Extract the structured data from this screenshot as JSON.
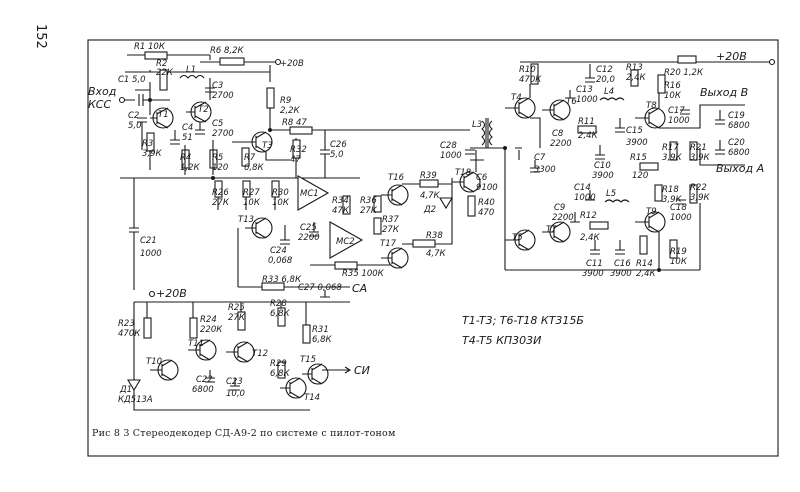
{
  "page_number": "152",
  "caption": "Рис 8 3  Стереодекодер СД-А9-2 по системе с пилот-тоном",
  "notes": {
    "transistor_types_1": "T1-T3; T6-T18  КТ315Б",
    "transistor_types_2": "T4-T5  КП303И"
  },
  "nets": {
    "supply_top": "+20В",
    "supply_right": "+20В",
    "supply_bottom": "+20В",
    "input": "Вход",
    "input_ksc": "КСС",
    "output_b": "Выход В",
    "output_a": "Выход А",
    "ca": "СА",
    "si": "СИ"
  },
  "components": {
    "R1": "R1 10К",
    "R6": "R6 8,2К",
    "C1": "C1 5,0",
    "R2": "R2",
    "R2v": "22К",
    "L1": "L1",
    "C3": "C3",
    "C3v": "2700",
    "T2": "T2",
    "C2": "C2",
    "C2v": "5,0",
    "T1": "T1",
    "C4": "C4",
    "C4v": "51",
    "C5": "C5",
    "C5v": "2700",
    "R3": "R3",
    "R3v": "3,9К",
    "T3": "T3",
    "R9": "R9",
    "R9v": "2,2К",
    "R8": "R8 47",
    "R4": "R4",
    "R4v": "1,2К",
    "R5": "R5",
    "R5v": "120",
    "R7": "R7",
    "R7v": "6,8К",
    "R32": "R32",
    "R32v": "47",
    "C26": "C26",
    "C26v": "5,0",
    "R26": "R26",
    "R26v": "27К",
    "R27": "R27",
    "R27v": "10К",
    "R30": "R30",
    "R30v": "10К",
    "MC1": "МС1",
    "T13": "T13",
    "C24": "C24",
    "C24v": "0,068",
    "R34": "R34",
    "R34v": "47К",
    "C25": "C25",
    "C25v": "2200",
    "MC2": "МС2",
    "R35": "R35 100К",
    "R36": "R36",
    "R36v": "27К",
    "R37": "R37",
    "R37v": "27К",
    "T16": "T16",
    "T17": "T17",
    "R39": "R39",
    "R39v": "4,7К",
    "D2": "Д2",
    "T18": "T18",
    "C6": "C6",
    "C6v": "9100",
    "R40": "R40",
    "R40v": "470",
    "C28": "C28",
    "C28v": "1000",
    "L3": "L3",
    "C7": "C7",
    "C7v": "3300",
    "R38": "R38",
    "R38v": "4,7К",
    "R33": "R33 6,8К",
    "C27": "C27 0,068",
    "C21": "C21",
    "C21v": "1000",
    "R10": "R10",
    "R10v": "470К",
    "T4": "T4",
    "T5": "T5",
    "C12": "C12",
    "C12v": "20,0",
    "C13": "C13",
    "C13v": "1000",
    "R13": "R13",
    "R13v": "2,4К",
    "L4": "L4",
    "T6": "T6",
    "C8": "C8",
    "C8v": "2200",
    "R11": "R11",
    "R11v": "2,4К",
    "C15": "C15",
    "C15v": "3900",
    "C10": "C10",
    "C10v": "3900",
    "R15": "R15",
    "R15v": "120",
    "T8": "T8",
    "R20": "R20 1,2К",
    "R16": "R16",
    "R16v": "10К",
    "C17": "C17",
    "C17v": "1000",
    "C19": "C19",
    "C19v": "6800",
    "R17": "R17",
    "R17v": "3,9К",
    "R21": "R21",
    "R21v": "3,9К",
    "C20": "C20",
    "C20v": "6800",
    "C14": "C14",
    "C14v": "1000",
    "L5": "L5",
    "C9": "C9",
    "C9v": "2200",
    "T7": "T7",
    "R12": "R12",
    "R12v": "2,4К",
    "C11": "C11",
    "C11v": "3900",
    "C16": "C16",
    "C16v": "3900",
    "R18": "R18",
    "R18v": "3,9К",
    "C18": "C18",
    "C18v": "1000",
    "R22": "R22",
    "R22v": "3,9К",
    "T9": "T9",
    "R19": "R19",
    "R19v": "10К",
    "R14": "R14",
    "R14v": "2,4К",
    "R23": "R23",
    "R23v": "470К",
    "R24": "R24",
    "R24v": "220К",
    "R25": "R25",
    "R25v": "27К",
    "R28": "R28",
    "R28v": "6,8К",
    "R31": "R31",
    "R31v": "6,8К",
    "T10": "T10",
    "T11": "T11",
    "T12": "T12",
    "C22": "C22",
    "C22v": "6800",
    "C23": "C23",
    "C23v": "10,0",
    "R29": "R29",
    "R29v": "6,8К",
    "T14": "T14",
    "T15": "T15",
    "D1": "Д1",
    "D1v": "КД513А"
  }
}
